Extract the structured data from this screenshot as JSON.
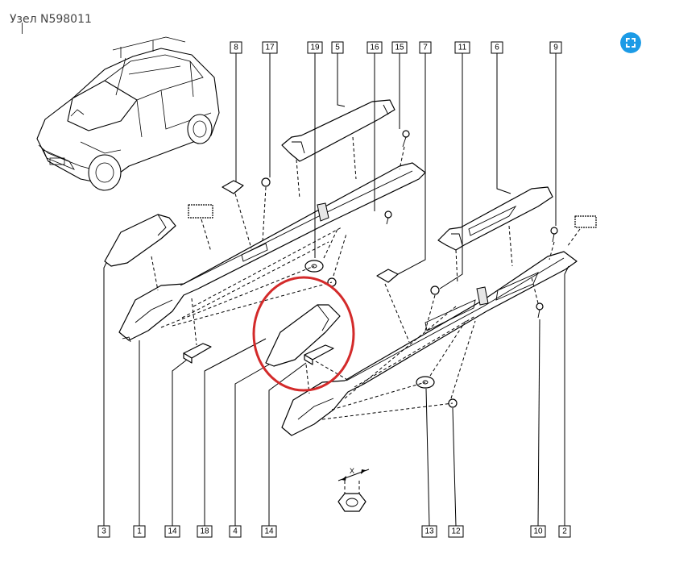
{
  "title": "Узел N598011",
  "expand_button": {
    "icon": "expand-icon",
    "color": "#1c9be6"
  },
  "highlight_color": "#d32a2a",
  "dimension_label": "X",
  "top_labels": [
    "8",
    "17",
    "19",
    "5",
    "16",
    "15",
    "7",
    "11",
    "6",
    "9"
  ],
  "bottom_labels": [
    "3",
    "1",
    "14",
    "18",
    "4",
    "14",
    "13",
    "12",
    "10",
    "2"
  ]
}
